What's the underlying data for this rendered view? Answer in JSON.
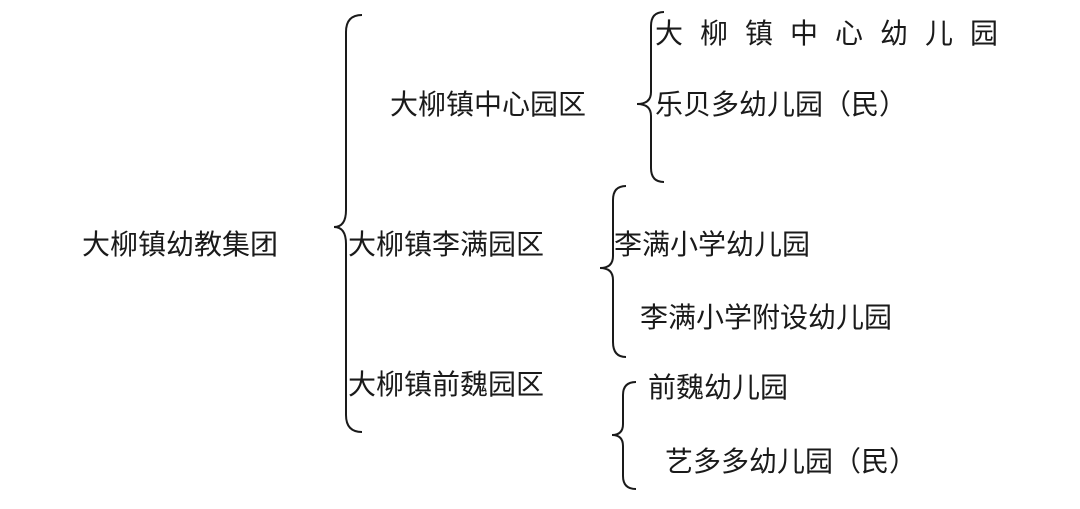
{
  "root": "大柳镇幼教集团",
  "branches": [
    {
      "label": "大柳镇中心园区",
      "children": [
        "大柳镇中心幼儿园",
        "乐贝多幼儿园（民）"
      ]
    },
    {
      "label": "大柳镇李满园区",
      "children": [
        "李满小学幼儿园",
        "李满小学附设幼儿园"
      ]
    },
    {
      "label": "大柳镇前魏园区",
      "children": [
        "前魏幼儿园",
        "艺多多幼儿园（民）"
      ]
    }
  ],
  "colors": {
    "line": "#1a1a1a",
    "background": "#ffffff"
  }
}
